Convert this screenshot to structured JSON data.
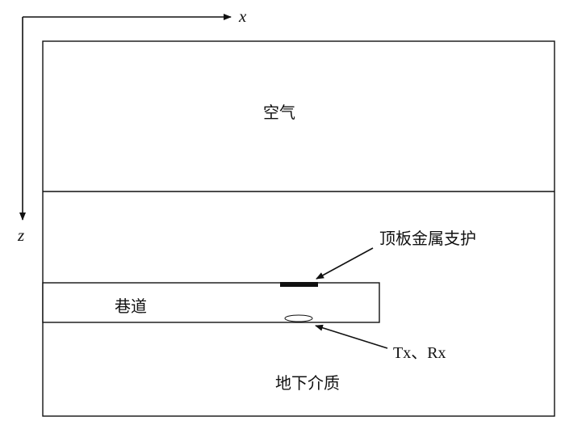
{
  "axes": {
    "x_label": "x",
    "z_label": "z"
  },
  "regions": {
    "air": "空气",
    "subsurface": "地下介质"
  },
  "tunnel": {
    "label": "巷道"
  },
  "annotations": {
    "roof_support": "顶板金属支护",
    "antenna": "Tx、Rx"
  },
  "colors": {
    "line": "#111111",
    "background": "#ffffff"
  }
}
